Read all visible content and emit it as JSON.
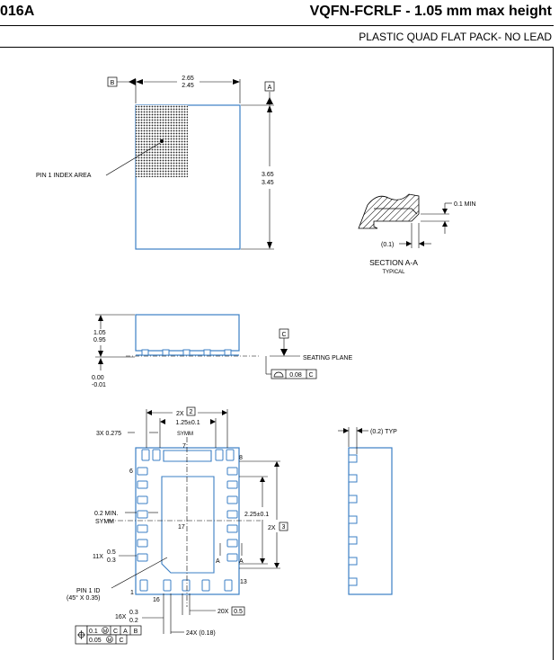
{
  "header": {
    "left_title": "016A",
    "right_title": "VQFN-FCRLF - 1.05 mm max height",
    "subtitle": "PLASTIC QUAD FLAT PACK- NO LEAD"
  },
  "top_view": {
    "datum_b": "B",
    "datum_a": "A",
    "width_max": "2.65",
    "width_min": "2.45",
    "height_max": "3.65",
    "height_min": "3.45",
    "pin1_label": "PIN 1 INDEX AREA"
  },
  "section": {
    "min_label": "0.1 MIN",
    "ref_label": "(0.1)",
    "title": "SECTION A-A",
    "subtitle": "TYPICAL"
  },
  "side_view": {
    "height_max": "1.05",
    "height_min": "0.95",
    "standoff_max": "0.00",
    "standoff_min": "-0.01",
    "datum_c": "C",
    "seating_plane": "SEATING PLANE",
    "flatness_value": "0.08",
    "flatness_datum": "C"
  },
  "bottom_view": {
    "span_2x": "2X",
    "span_2x_val": "2",
    "pitch_label": "1.25±0.1",
    "symm_top": "SYMM",
    "three_x": "3X 0.275",
    "pin6": "6",
    "pin7": "7",
    "pin8": "8",
    "pin17": "17",
    "pin1": "1",
    "pin16": "16",
    "pin13": "13",
    "min02": "0.2 MIN.",
    "symm_left": "SYMM",
    "right_dim": "2.25±0.1",
    "right_2x": "2X",
    "right_3": "3",
    "eleven_x": "11X",
    "eleven_hi": "0.5",
    "eleven_lo": "0.3",
    "pin1_id": "PIN 1 ID",
    "pin1_id2": "(45° X 0.35)",
    "sixteen_x": "16X",
    "sixteen_hi": "0.3",
    "sixteen_lo": "0.2",
    "twentyx": "20X",
    "twentyx_val": "0.5",
    "twentyfour": "24X (0.18)",
    "sect_a1": "A",
    "sect_a2": "A",
    "tol1": "0.1",
    "tol1_c": "C",
    "tol1_a": "A",
    "tol1_b": "B",
    "tol2": "0.05",
    "tol2_c": "C",
    "m1": "M",
    "m2": "M"
  },
  "end_view": {
    "typ_label": "(0.2) TYP"
  }
}
